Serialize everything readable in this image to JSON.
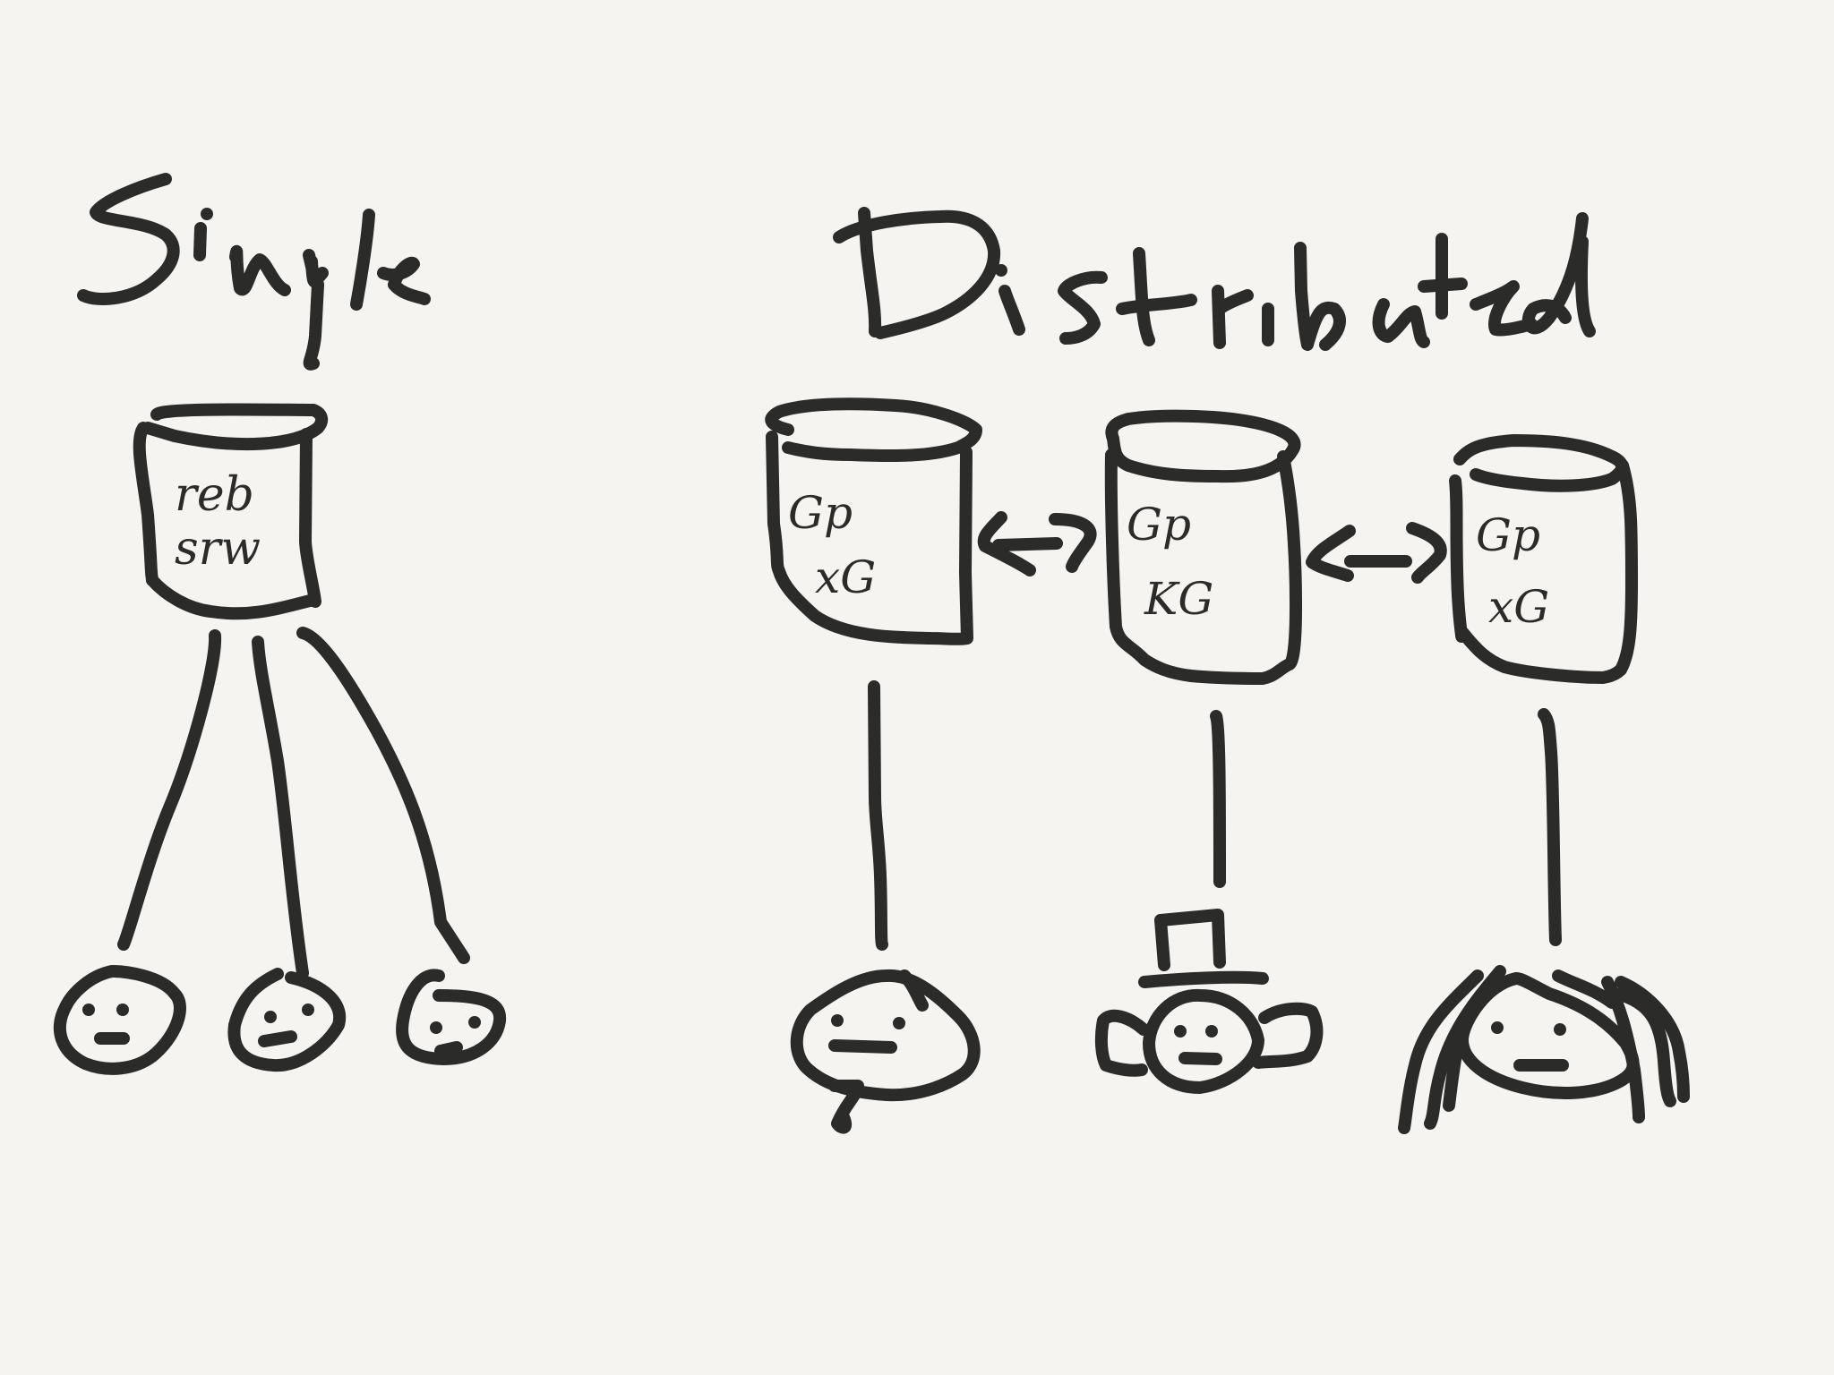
{
  "single": {
    "title": "Single",
    "database_label_line1": "reb",
    "database_label_line2": "srw",
    "user_count": 3
  },
  "distributed": {
    "title": "Distributed",
    "databases": [
      {
        "label_line1": "Gp",
        "label_line2": "xG"
      },
      {
        "label_line1": "Gp",
        "label_line2": "KG"
      },
      {
        "label_line1": "Gp",
        "label_line2": "xG"
      }
    ],
    "replication_arrows": 2,
    "user_count": 3
  },
  "colors": {
    "background": "#f5f4f0",
    "ink": "#2b2b29"
  }
}
